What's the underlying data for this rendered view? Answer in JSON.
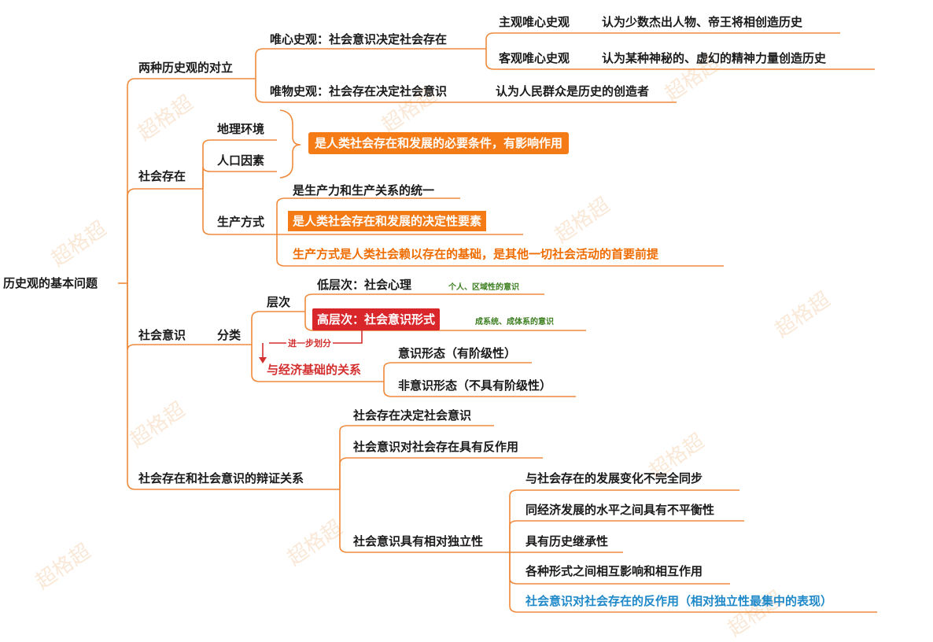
{
  "watermark": "超格超",
  "root": {
    "label": "历史观的基本问题"
  },
  "branch1": {
    "label": "两种历史观的对立",
    "idealism": {
      "label": "唯心史观：社会意识决定社会存在",
      "subjective": {
        "label": "主观唯心史观",
        "desc": "认为少数杰出人物、帝王将相创造历史"
      },
      "objective": {
        "label": "客观唯心史观",
        "desc": "认为某种神秘的、虚幻的精神力量创造历史"
      }
    },
    "materialism": {
      "label": "唯物史观：社会存在决定社会意识",
      "desc": "认为人民群众是历史的创造者"
    }
  },
  "branch2": {
    "label": "社会存在",
    "geo": "地理环境",
    "pop": "人口因素",
    "geo_pop_desc": "是人类社会存在和发展的必要条件，有影响作用",
    "mode": {
      "label": "生产方式",
      "items": [
        "是生产力和生产关系的统一",
        "是人类社会存在和发展的决定性要素",
        "生产方式是人类社会赖以存在的基础，是其他一切社会活动的首要前提"
      ]
    }
  },
  "branch3": {
    "label": "社会意识",
    "classify": "分类",
    "levels": {
      "label": "层次",
      "low": {
        "label": "低层次：社会心理",
        "note": "个人、区域性的意识"
      },
      "high": {
        "label": "高层次：社会意识形式",
        "note": "成系统、成体系的意识"
      }
    },
    "further": "进一步划分",
    "relation": {
      "label": "与经济基础的关系",
      "items": [
        "意识形态（有阶级性）",
        "非意识形态（不具有阶级性）"
      ]
    }
  },
  "branch4": {
    "label": "社会存在和社会意识的辩证关系",
    "items": [
      "社会存在决定社会意识",
      "社会意识对社会存在具有反作用"
    ],
    "independence": {
      "label": "社会意识具有相对独立性",
      "items": [
        "与社会存在的发展变化不完全同步",
        "同经济发展的水平之间具有不平衡性",
        "具有历史继承性",
        "各种形式之间相互影响和相互作用",
        "社会意识对社会存在的反作用（相对独立性最集中的表现）"
      ]
    }
  },
  "colors": {
    "line": "#ef8a3c",
    "orange_box": "#f47b16",
    "red_box": "#d9262a",
    "blue_text": "#1e88c8",
    "green_note": "#3a7d1e"
  }
}
